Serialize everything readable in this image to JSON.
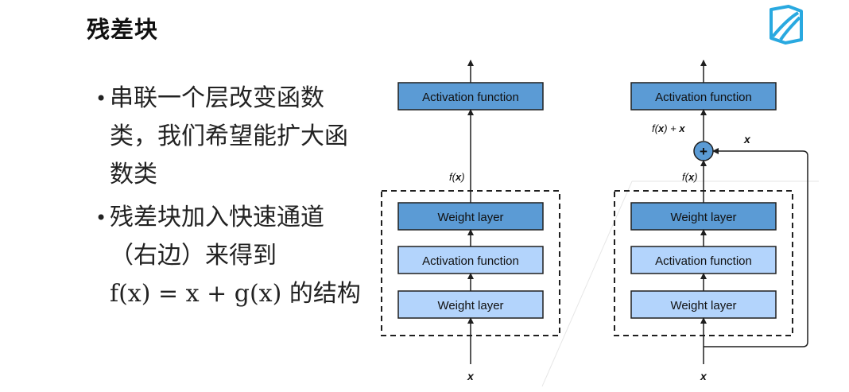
{
  "slide": {
    "title": "残差块"
  },
  "logo": {
    "icon": "book-logo-icon",
    "color": "#29a9e0"
  },
  "bullets": [
    {
      "text": "串联一个层改变函数类，我们希望能扩大函数类"
    },
    {
      "text": "残差块加入快速通道（右边）来得到",
      "formula_prefix": "f(x) = x + g(x)",
      "formula_suffix": " 的结构"
    }
  ],
  "diagram": {
    "colors": {
      "dark_box": "#5b9bd5",
      "light_box": "#b3d4fc",
      "border": "#1f1f1f",
      "plus_fill": "#5b9bd5"
    },
    "left_block": {
      "top_label": "Activation function",
      "output_label_f": "f",
      "output_label_x": "x",
      "layers": [
        "Weight layer",
        "Activation function",
        "Weight layer"
      ],
      "input_label": "x"
    },
    "right_block": {
      "top_label": "Activation function",
      "sum_label_f": "f",
      "sum_label_x": "x",
      "sum_label_plus": "+",
      "sum_label_x2": "x",
      "plus_symbol": "+",
      "shortcut_label": "x",
      "output_label_f": "f",
      "output_label_x": "x",
      "layers": [
        "Weight layer",
        "Activation function",
        "Weight layer"
      ],
      "input_label": "x"
    }
  }
}
